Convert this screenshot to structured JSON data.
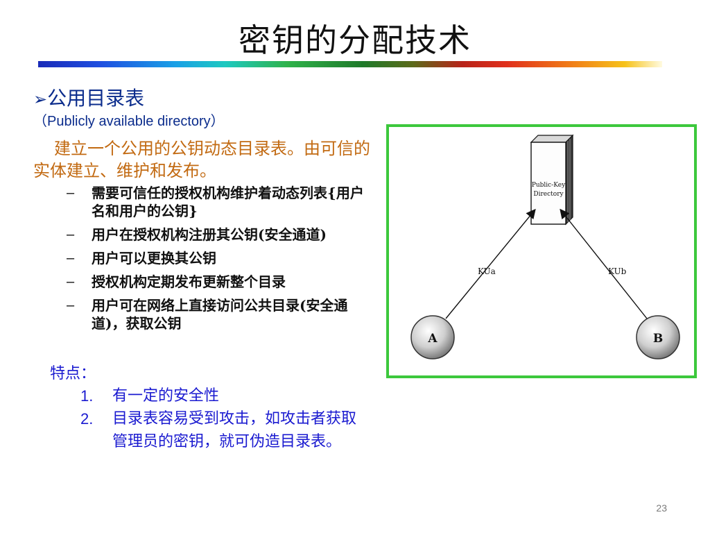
{
  "slide": {
    "title": "密钥的分配技术",
    "page_number": "23"
  },
  "section": {
    "bullet_glyph": "➢",
    "heading": "公用目录表",
    "english": "（Publicly available directory）",
    "paragraph": "建立一个公用的公钥动态目录表。由可信的实体建立、维护和发布。",
    "items": [
      {
        "dash": "–",
        "text": "需要可信任的授权机构维护着动态列表{用户名和用户的公钥}"
      },
      {
        "dash": "–",
        "text": "用户在授权机构注册其公钥(安全通道)"
      },
      {
        "dash": "–",
        "text": "用户可以更换其公钥"
      },
      {
        "dash": "–",
        "text": "授权机构定期发布更新整个目录"
      },
      {
        "dash": "–",
        "text": "用户可在网络上直接访问公共目录(安全通道)，获取公钥"
      }
    ]
  },
  "features": {
    "heading": "特点：",
    "items": [
      {
        "num": "1.",
        "text": "有一定的安全性"
      },
      {
        "num": "2.",
        "text": "目录表容易受到攻击，如攻击者获取管理员的密钥，就可伪造目录表。"
      }
    ]
  },
  "diagram": {
    "book_line1": "Public-Key",
    "book_line2": "Directory",
    "node_a": "A",
    "node_b": "B",
    "edge_a": "KUa",
    "edge_b": "KUb",
    "border_color": "#3cc83c"
  }
}
